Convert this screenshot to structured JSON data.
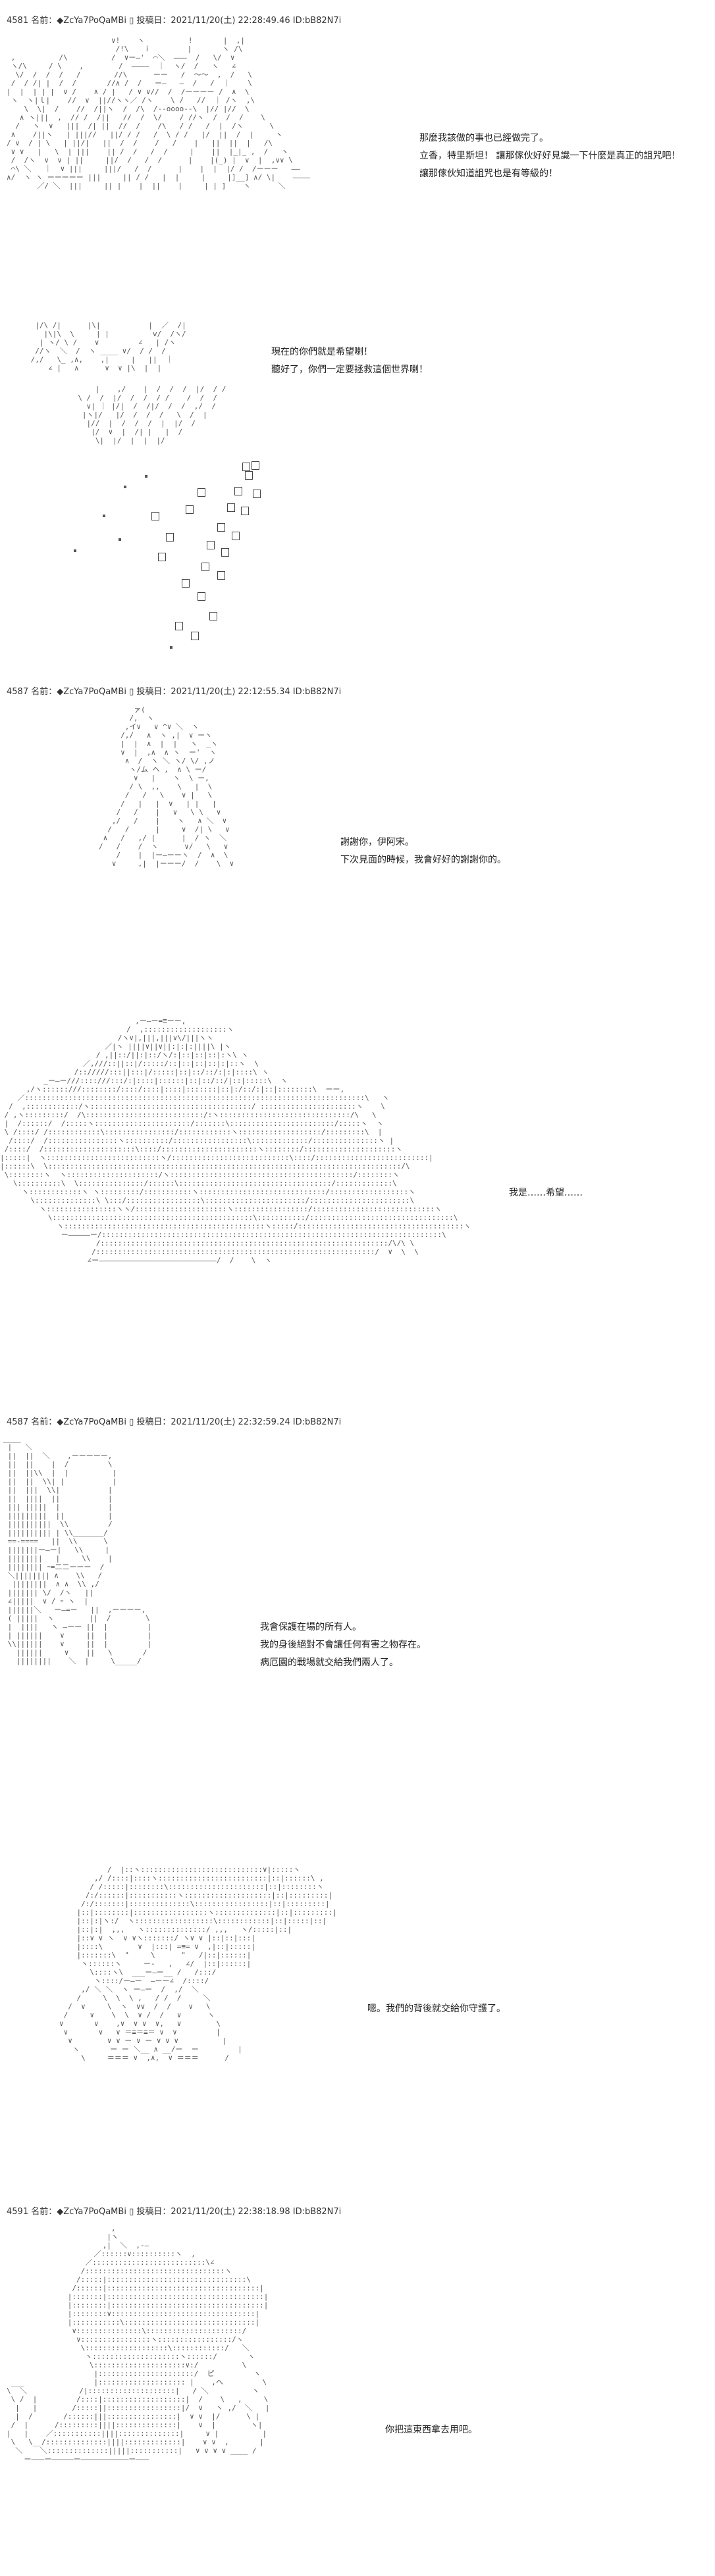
{
  "posts": [
    {
      "header": "4581 名前：◆ZcYa7PoQaMBi ▯ 投稿日：2021/11/20(土) 22:28:49.46 ID:bB82N7i",
      "panels": [
        {
          "lines": [
            "那麼我該做的事也已經做完了。",
            "立香，特里斯坦！ 讓那傢伙好好見識一下什麼是真正的詛咒吧！",
            "讓那傢伙知道詛咒也是有等級的！"
          ]
        },
        {
          "lines": [
            "現在的你們就是希望喇！",
            "聽好了，你們一定要拯救這個世界喇！"
          ]
        }
      ]
    },
    {
      "header": "4587 名前：◆ZcYa7PoQaMBi ▯ 投稿日：2021/11/20(土) 22:12:55.34 ID:bB82N7i",
      "panels": [
        {
          "lines": [
            "謝謝你，伊阿宋。",
            "下次見面的時候，我會好好的謝謝你的。"
          ]
        },
        {
          "lines": [
            "我是……希望……"
          ]
        }
      ]
    },
    {
      "header": "4587 名前：◆ZcYa7PoQaMBi ▯ 投稿日：2021/11/20(土) 22:32:59.24 ID:bB82N7i",
      "panels": [
        {
          "lines": [
            "我會保護在場的所有人。",
            "我的身後絕對不會讓任何有害之物存在。",
            "病厄園的戰場就交給我們兩人了。"
          ]
        },
        {
          "lines": [
            "嗯。我們的背後就交給你守護了。"
          ]
        }
      ]
    },
    {
      "header": "4591 名前：◆ZcYa7PoQaMBi ▯ 投稿日：2021/11/20(土) 22:38:18.98 ID:bB82N7i",
      "panels": [
        {
          "lines": [
            "你把這東西拿去用吧。"
          ]
        }
      ]
    }
  ]
}
